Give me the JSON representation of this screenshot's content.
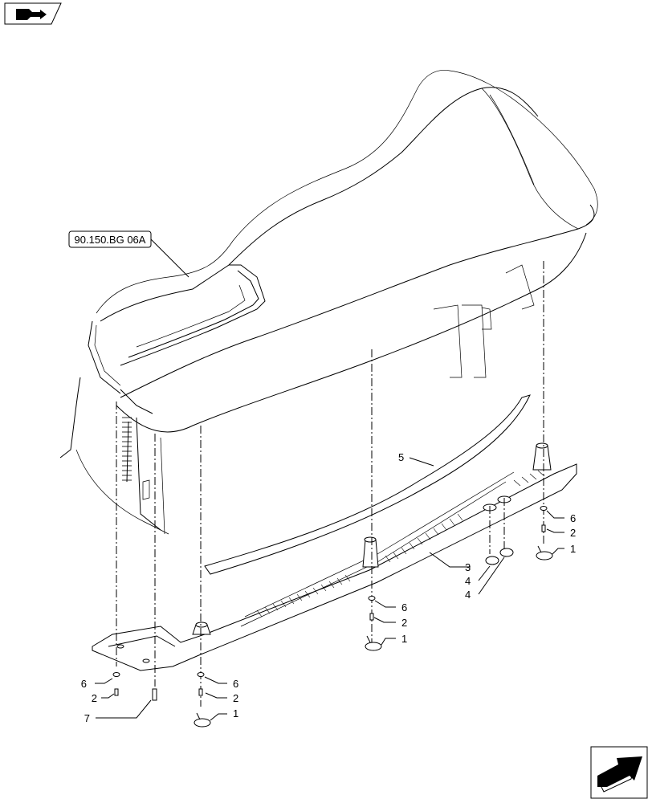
{
  "reference_label": "90.150.BG 06A",
  "callouts": {
    "c1a": "1",
    "c1b": "1",
    "c1c": "1",
    "c2a": "2",
    "c2b": "2",
    "c2c": "2",
    "c2d": "2",
    "c3": "3",
    "c4a": "4",
    "c4b": "4",
    "c5": "5",
    "c6a": "6",
    "c6b": "6",
    "c6c": "6",
    "c6d": "6",
    "c7": "7"
  },
  "icons": {
    "top_left": "page-navigation-icon",
    "bottom_right": "next-page-arrow-icon"
  }
}
